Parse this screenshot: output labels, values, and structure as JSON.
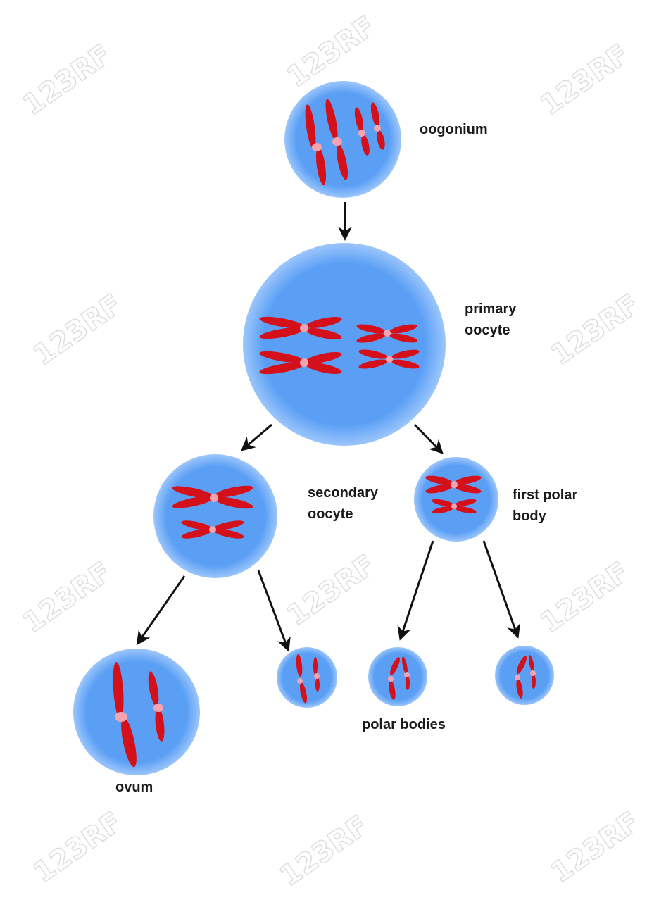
{
  "labels": {
    "oogonium": "oogonium",
    "primary_oocyte": [
      "primary",
      "oocyte"
    ],
    "secondary_oocyte": [
      "secondary",
      "oocyte"
    ],
    "first_polar_body": [
      "first polar",
      "body"
    ],
    "polar_bodies": "polar bodies",
    "ovum": "ovum"
  },
  "watermark": "123RF",
  "colors": {
    "cell": "#5b9ff5",
    "cell_edge": "#8fbdfa",
    "chromosome": "#d4111b",
    "centromere": "#f4a3b0",
    "arrow": "#111111"
  }
}
